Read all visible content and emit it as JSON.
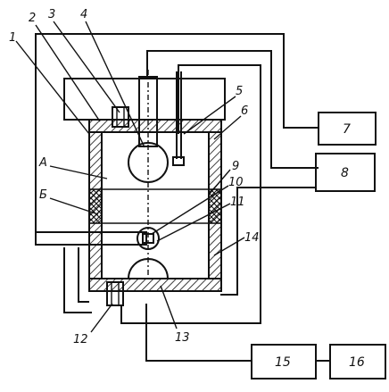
{
  "labels": {
    "n1": "1",
    "n2": "2",
    "n3": "3",
    "n4": "4",
    "n5": "5",
    "n6": "6",
    "n9": "9",
    "n10": "10",
    "n11": "11",
    "n12": "12",
    "n13": "13",
    "n14": "14",
    "a": "А",
    "b": "Б"
  },
  "boxes": {
    "b7": "7",
    "b8": "8",
    "b15": "15",
    "b16": "16"
  }
}
